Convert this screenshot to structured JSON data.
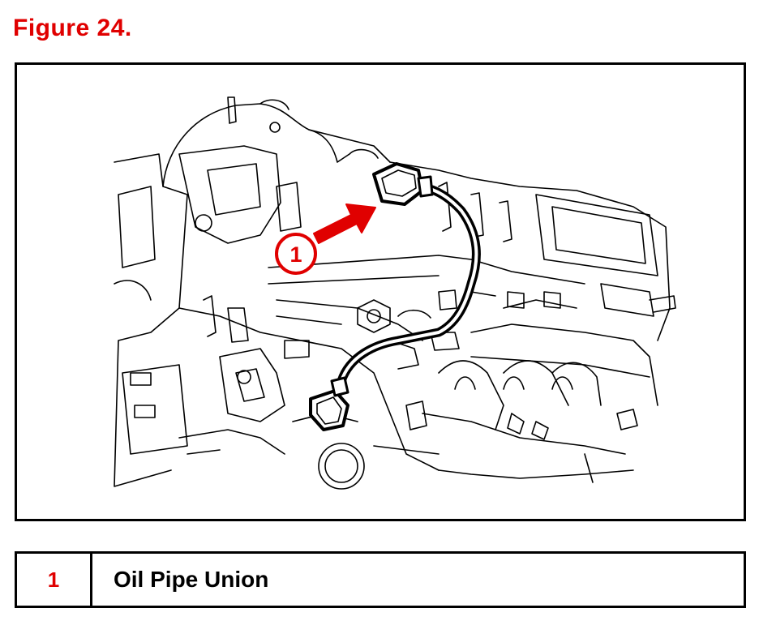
{
  "figure": {
    "title": "Figure 24."
  },
  "diagram": {
    "callout_number": "1",
    "callout_color": "#e00000",
    "arrow_color": "#e00000",
    "line_color": "#000000"
  },
  "legend": {
    "rows": [
      {
        "number": "1",
        "label": "Oil Pipe Union"
      }
    ]
  }
}
